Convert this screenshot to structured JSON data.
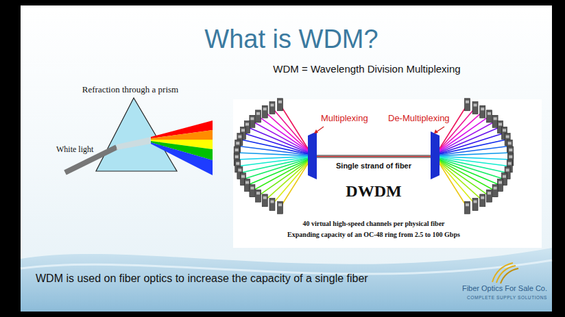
{
  "diagram": {
    "title": "What is WDM?",
    "labels": [
      "WDM = Wavelength Division Multiplexing",
      "Refraction through a prism",
      "White light",
      "Multiplexing",
      "De-Multiplexing",
      "Single strand of fiber",
      "DWDM",
      "40 virtual high-speed channels per physical fiber",
      "Expanding capacity of an OC-48 ring from 2.5 to 100 Gbps",
      "WDM is used on fiber optics to increase the capacity of a single fiber",
      "Fiber Optics For Sale Co.",
      "COMPLETE SUPPLY SOLUTIONS"
    ]
  }
}
